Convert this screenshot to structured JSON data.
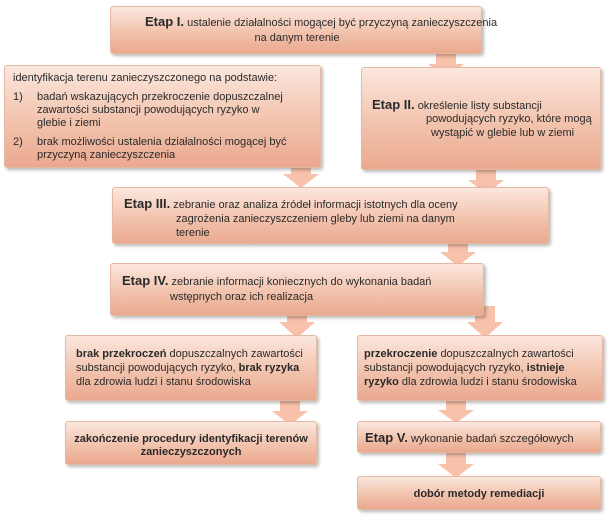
{
  "e1": {
    "label": "Etap I.",
    "text1": "ustalenie działalności mogącej być przyczyną zanieczyszczenia",
    "text2": "na danym terenie"
  },
  "ident": {
    "title": "identyfikacja terenu zanieczyszczonego na podstawie:",
    "items": [
      {
        "num": "1)",
        "l1": "badań wskazujących przekroczenie dopuszczalnej",
        "l2": "zawartości substancji powodujących ryzyko w",
        "l3": "glebie i ziemi"
      },
      {
        "num": "2)",
        "l1": "brak możliwości ustalenia działalności mogącej być",
        "l2": "przyczyną zanieczyszczenia"
      }
    ]
  },
  "e2": {
    "label": "Etap II.",
    "t1": "określenie listy substancji",
    "t2": "powodujących ryzyko, które mogą",
    "t3": "wystąpić w glebie lub w ziemi"
  },
  "e3": {
    "label": "Etap III.",
    "t1": "zebranie oraz analiza źródeł informacji istotnych dla oceny",
    "t2": "zagrożenia zanieczyszczeniem gleby lub ziemi na danym",
    "t3": "terenie"
  },
  "e4": {
    "label": "Etap IV.",
    "t1": "zebranie informacji koniecznych do wykonania badań",
    "t2": "wstępnych oraz ich realizacja"
  },
  "brak": {
    "b1": "brak przekroczeń",
    "t1": "dopuszczalnych zawartości",
    "t2": "substancji powodujących ryzyko,",
    "b2": "brak ryzyka",
    "t3": "dla zdrowia ludzi i stanu środowiska"
  },
  "przek": {
    "b1": "przekroczenie",
    "t1": "dopuszczalnych zawartości",
    "t2": "substancji powodujących ryzyko,",
    "b2": "istnieje",
    "b3": "ryzyko",
    "t3": "dla zdrowia ludzi i stanu środowiska"
  },
  "zak": {
    "l1": "zakończenie procedury identyfikacji terenów",
    "l2": "zanieczyszczonych"
  },
  "e5": {
    "label": "Etap V.",
    "text": "wykonanie badań szczegółowych"
  },
  "dob": {
    "text": "dobór metody remediacji"
  }
}
